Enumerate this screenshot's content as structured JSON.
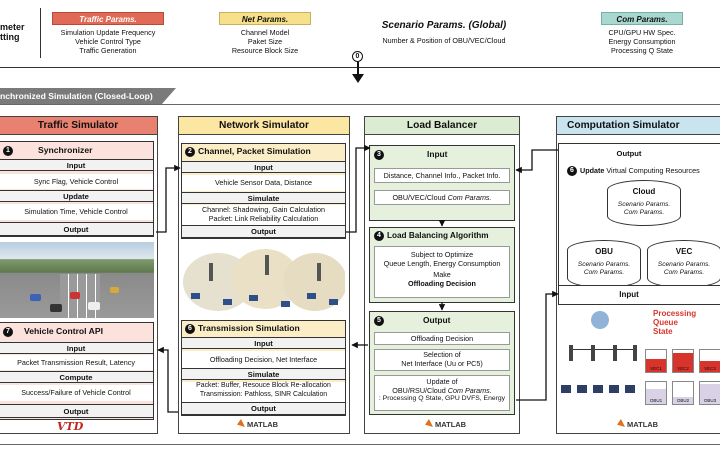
{
  "top": {
    "left_label": "meter\ntting",
    "traffic": {
      "title": "Traffic Params.",
      "lines": [
        "Simulation Update Frequency",
        "Vehicle Control Type",
        "Traffic Generation"
      ]
    },
    "net": {
      "title": "Net Params.",
      "lines": [
        "Channel Model",
        "Paket Size",
        "Resource Block Size"
      ]
    },
    "scenario": {
      "title": "Scenario Params. (Global)",
      "line": "Number & Position of OBU/VEC/Cloud"
    },
    "com": {
      "title": "Com Params.",
      "lines": [
        "CPU/GPU HW Spec.",
        "Energy Consumption",
        "Processing Q State"
      ]
    },
    "step0": "0"
  },
  "banner": "nchronized Simulation (Closed-Loop)",
  "traffic": {
    "title": "Traffic Simulator",
    "sync": {
      "num": "1",
      "title": "Synchronizer",
      "input": "Input",
      "input_val": "Sync Flag, Vehicle Control",
      "update": "Update",
      "update_val": "Simulation Time, Vehicle Control",
      "output": "Output"
    },
    "api": {
      "num": "7",
      "title": "Vehicle Control API",
      "input": "Input",
      "input_val": "Packet Transmission Result, Latency",
      "compute": "Compute",
      "compute_val": "Success/Failure of Vehicle Control",
      "output": "Output"
    },
    "logo": "VTD"
  },
  "network": {
    "title": "Network Simulator",
    "cp": {
      "num": "2",
      "title": "Channel, Packet Simulation",
      "input": "Input",
      "input_val": "Vehicle Sensor Data, Distance",
      "simulate": "Simulate",
      "sim_l1": "Channel: Shadowing, Gain Calculation",
      "sim_l2": "Packet: Link Reliability Calculation",
      "output": "Output"
    },
    "ts": {
      "num": "6",
      "title": "Transmission Simulation",
      "input": "Input",
      "input_val": "Offloading Decision, Net Interface",
      "simulate": "Simulate",
      "sim_l1": "Packet: Buffer, Resouce Block Re-allocation",
      "sim_l2": "Transmission: Pathloss, SINR Calculation",
      "output": "Output"
    },
    "logo": "MATLAB"
  },
  "lb": {
    "title": "Load Balancer",
    "in": {
      "num": "3",
      "title": "Input",
      "l1": "Distance, Channel Info., Packet Info.",
      "l2a": "OBU/VEC/Cloud ",
      "l2b": "Com Params."
    },
    "alg": {
      "num": "4",
      "title": "Load Balancing Algorithm",
      "l1": "Subject to Optimize",
      "l2": "Queue Length, Energy Consumption",
      "l3": "Make",
      "l4": "Offloading Decision"
    },
    "out": {
      "num": "5",
      "title": "Output",
      "l1": "Offloading Decision",
      "l2": "Selection of",
      "l3": "Net Interface (Uu or PC5)",
      "l4": "Update of",
      "l5a": "OBU/RSU/Cloud ",
      "l5b": "Com Params.",
      "l6": ": Processing Q State, GPU DVFS, Energy"
    },
    "logo": "MATLAB"
  },
  "comp": {
    "title": "Computation Simulator",
    "output": "Output",
    "upd_num": "6",
    "upd_a": "Update",
    "upd_b": " Virtual Computing Resources",
    "cloud": {
      "name": "Cloud",
      "l1": "Scenario Params.",
      "l2": "Com Params."
    },
    "obu": {
      "name": "OBU",
      "l1": "Scenario Params.",
      "l2": "Com Params."
    },
    "vec": {
      "name": "VEC",
      "l1": "Scenario Params.",
      "l2": "Com Params."
    },
    "input": "Input",
    "pq": [
      "Processing",
      "Queue",
      "State"
    ],
    "q_labels": [
      "VEC1",
      "VEC2",
      "VEC3",
      "OBU1",
      "OBU2",
      "OBU3"
    ],
    "logo": "MATLAB"
  },
  "colors": {
    "traffic_hd": "#e8816f",
    "network_hd": "#fbe6a2",
    "lb_hd": "#dcecd2",
    "comp_hd": "#c9e4ef",
    "banner": "#7a7a7a",
    "traffic_tag": "#e06a55",
    "net_tag": "#f6e08a",
    "com_tag": "#a9d8d0",
    "pq_red": "#d9342b"
  }
}
